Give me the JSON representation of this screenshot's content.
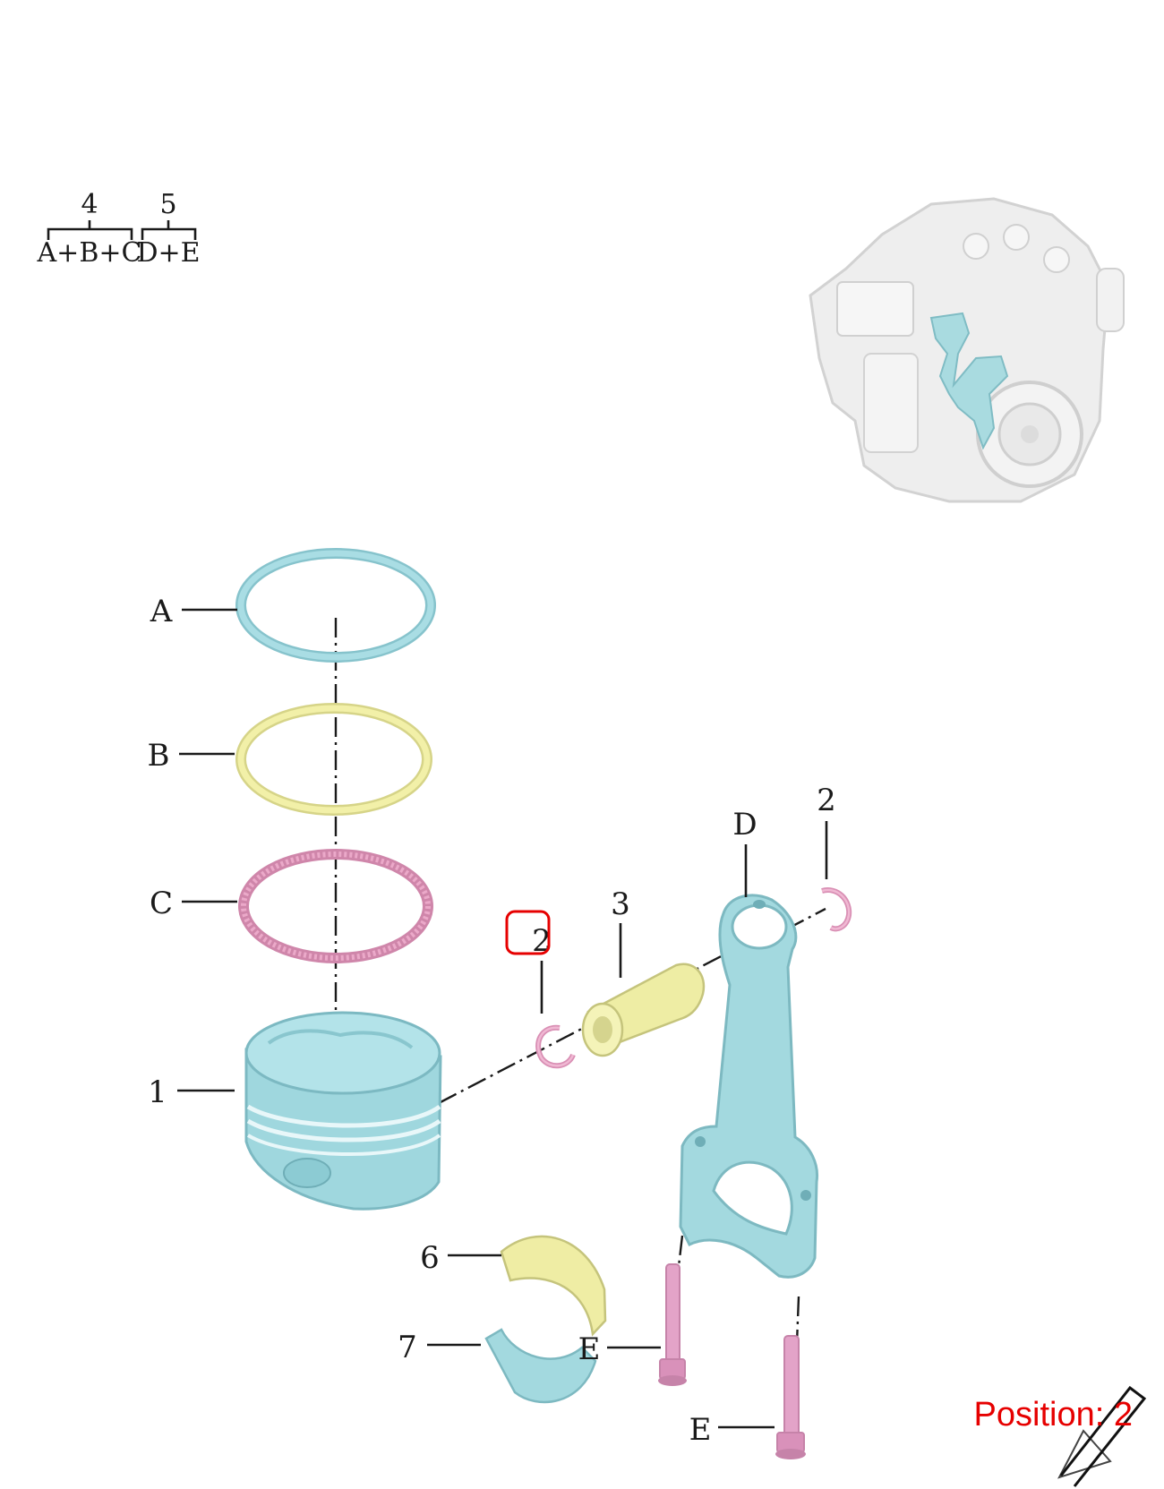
{
  "diagram": {
    "kits": [
      {
        "number": "4",
        "contents": "A+B+C"
      },
      {
        "number": "5",
        "contents": "D+E"
      }
    ],
    "callouts": {
      "A": "A",
      "B": "B",
      "C": "C",
      "one": "1",
      "two_left": "2",
      "two_right": "2",
      "three": "3",
      "D": "D",
      "six": "6",
      "seven": "7",
      "E_upper": "E",
      "E_lower": "E"
    },
    "position_text": "Position: 2",
    "highlight_color": "#e60000",
    "part_colors": {
      "piston": "#a8dde3",
      "ring_top": "#9fd6de",
      "ring_mid": "#f1efa2",
      "ring_oil": "#e8a6c6",
      "pin": "#efefa6",
      "bolt": "#e3a3c8",
      "circlip": "#e6a6c4"
    }
  }
}
